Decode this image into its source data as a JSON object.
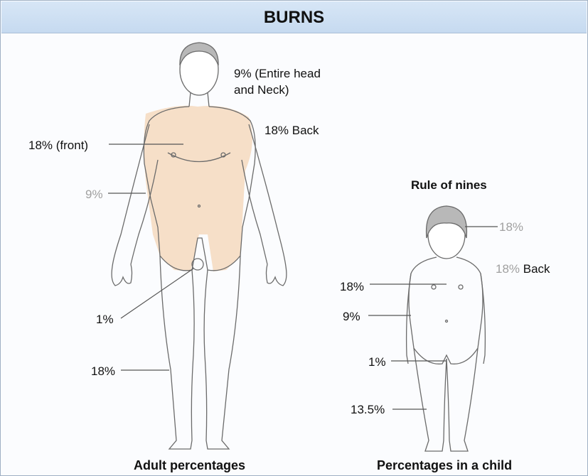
{
  "title": "BURNS",
  "adult": {
    "head_line1": "9% (Entire head",
    "head_line2": "and Neck)",
    "back": "18% Back",
    "front": "18% (front)",
    "arm": "9%",
    "groin": "1%",
    "leg": "18%",
    "caption": "Adult percentages"
  },
  "child": {
    "heading": "Rule of nines",
    "head": "18%",
    "back_pct": "18%",
    "back_word": "Back",
    "front": "18%",
    "arm": "9%",
    "groin": "1%",
    "leg": "13.5%",
    "caption": "Percentages in a child"
  },
  "colors": {
    "title_bar": "#c9dcf1",
    "skin_shade": "#f6dfc8",
    "outline": "#6b6b6b",
    "gray_label": "#a0a0a0"
  }
}
